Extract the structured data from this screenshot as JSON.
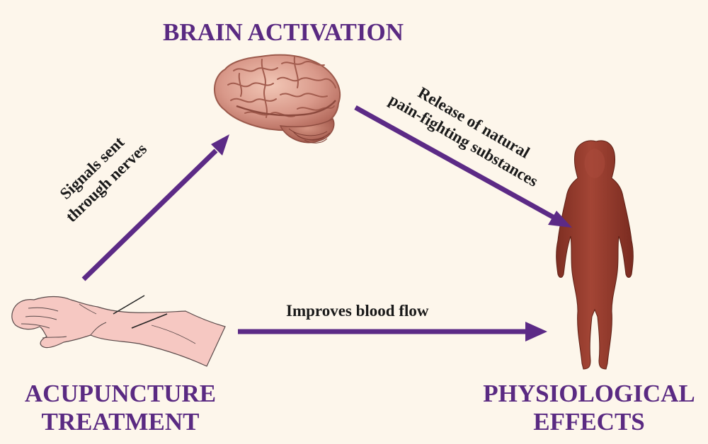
{
  "nodes": {
    "brain": {
      "label": "BRAIN ACTIVATION"
    },
    "acupuncture": {
      "label_lines": [
        "ACUPUNCTURE",
        "TREATMENT"
      ]
    },
    "effects": {
      "label_lines": [
        "PHYSIOLOGICAL",
        "EFFECTS"
      ]
    }
  },
  "edges": {
    "nerves": {
      "label_lines": [
        "Signals sent",
        "through nerves"
      ]
    },
    "release": {
      "label_lines": [
        "Release of natural",
        "pain-fighting substances"
      ]
    },
    "blood": {
      "label": "Improves blood flow"
    }
  },
  "colors": {
    "background": "#fdf6eb",
    "title_purple": "#5a2a82",
    "arrow_purple": "#5c2a86",
    "brain_pink": "#d99a86",
    "skin_pink": "#f6c8c2",
    "silhouette_brown": "#9a3d2e"
  },
  "icons": {
    "brain": "brain-illustration",
    "arm": "forearm-with-needles",
    "body": "female-silhouette"
  }
}
